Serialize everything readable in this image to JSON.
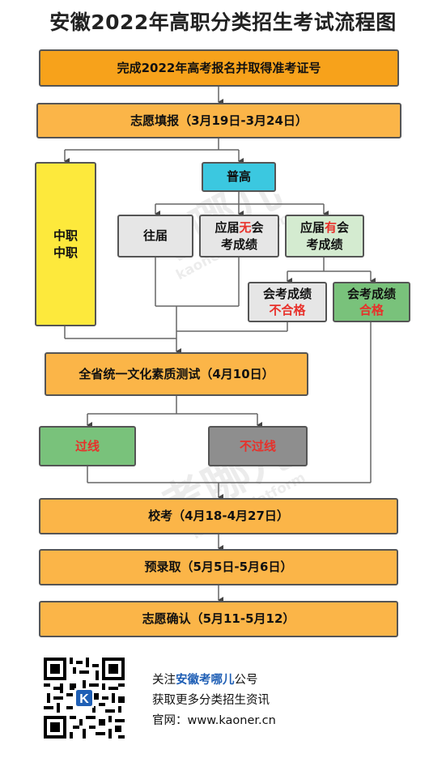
{
  "title": "安徽2022年高职分类招生考试流程图",
  "steps": {
    "register": "完成2022年高考报名并取得准考证号",
    "fill": "志愿填报（3月19日-3月24日）",
    "zhongzhi_line1": "中职",
    "zhongzhi_line2": "中职",
    "putong": "普高",
    "wangjie": "往届",
    "yingjie_no_a": "应届",
    "yingjie_no_b": "无",
    "yingjie_no_c": "会",
    "yingjie_no_line2": "考成绩",
    "yingjie_yes_a": "应届",
    "yingjie_yes_b": "有",
    "yingjie_yes_c": "会",
    "yingjie_yes_line2": "考成绩",
    "fail_line1": "会考成绩",
    "fail_line2": "不合格",
    "pass_line1": "会考成绩",
    "pass_line2": "合格",
    "provincial_test": "全省统一文化素质测试（4月10日）",
    "over_line": "过线",
    "not_over_line": "不过线",
    "school_exam": "校考（4月18-4月27日）",
    "pre_admit": "预录取（5月5日-5月6日）",
    "confirm": "志愿确认（5月11-5月12）"
  },
  "watermark": {
    "text": "考哪儿",
    "sub": "kaoner platform"
  },
  "footer": {
    "follow_prefix": "关注",
    "account": "安徽考哪儿",
    "follow_suffix": "公号",
    "more": "获取更多分类招生资讯",
    "site_label": "官网：",
    "site": "www.kaoner.cn"
  },
  "colors": {
    "orange": "#fbb548",
    "yellow": "#fde93c",
    "cyan": "#3bc8e0",
    "green": "#79c27b",
    "red": "#e8302a",
    "blue": "#1f5fb5"
  }
}
